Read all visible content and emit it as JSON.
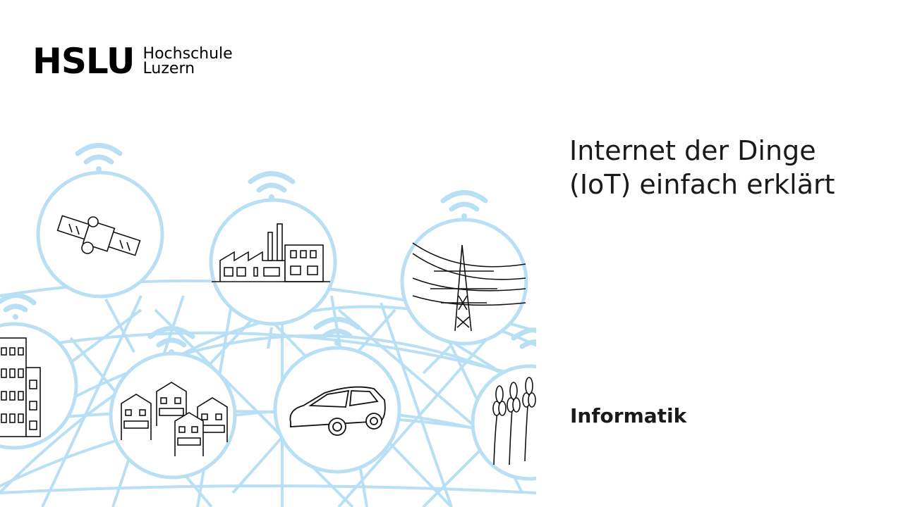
{
  "logo": {
    "mark": "HSLU",
    "line1": "Hochschule",
    "line2": "Luzern"
  },
  "slide": {
    "title_line1": "Internet der Dinge",
    "title_line2": "(IoT) einfach erklärt",
    "department": "Informatik"
  },
  "colors": {
    "accent_light_blue": "#b8dff3",
    "text": "#1a1a1a"
  },
  "illustration": {
    "nodes": [
      "satellite-icon",
      "factory-icon",
      "power-pylon-icon",
      "apartment-building-icon",
      "houses-icon",
      "car-icon",
      "wheat-icon"
    ],
    "signal_icon": "wifi-signal-icon"
  }
}
